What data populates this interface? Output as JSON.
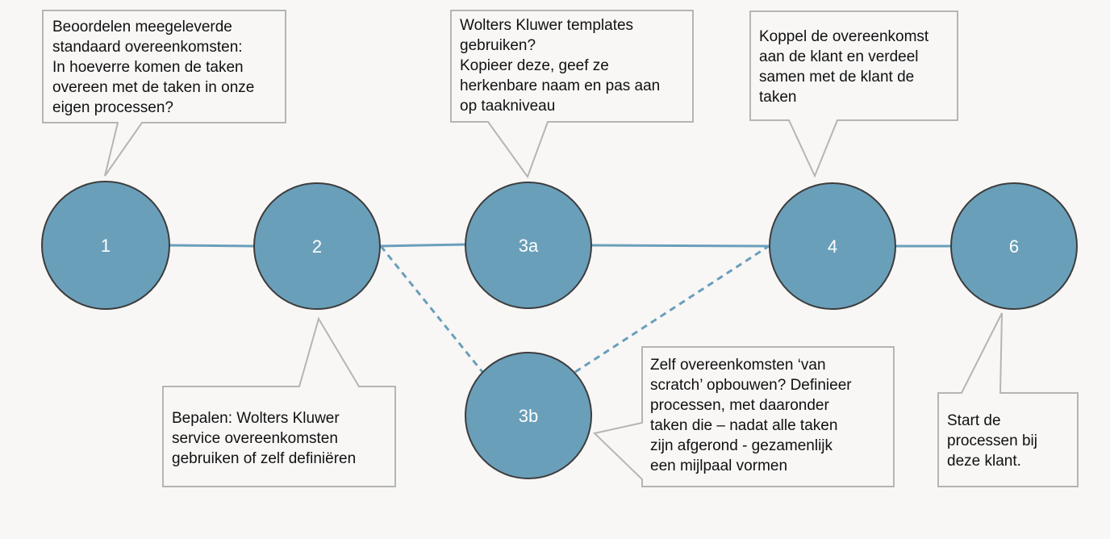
{
  "colors": {
    "background": "#f8f7f6",
    "node_fill": "#6a9fba",
    "node_stroke": "#3d3d3d",
    "connector": "#6a9fba",
    "callout_border": "#b5b5b5",
    "callout_fill": "#f8f7f6"
  },
  "nodes": {
    "n1": "1",
    "n2": "2",
    "n3a": "3a",
    "n3b": "3b",
    "n4": "4",
    "n6": "6"
  },
  "connections": [
    {
      "from": "1",
      "to": "2",
      "style": "solid"
    },
    {
      "from": "2",
      "to": "3a",
      "style": "solid"
    },
    {
      "from": "3a",
      "to": "4",
      "style": "solid"
    },
    {
      "from": "4",
      "to": "6",
      "style": "solid"
    },
    {
      "from": "2",
      "to": "3b",
      "style": "dashed"
    },
    {
      "from": "3b",
      "to": "4",
      "style": "dashed"
    }
  ],
  "callouts": {
    "c1": "Beoordelen meegeleverde\nstandaard overeenkomsten:\nIn hoeverre komen de taken\novereen met de taken in onze\neigen processen?",
    "c2": "Bepalen: Wolters Kluwer\nservice overeenkomsten\ngebruiken of zelf definiëren",
    "c3a": "Wolters Kluwer templates\ngebruiken?\nKopieer deze, geef ze\nherkenbare naam en pas aan\nop taakniveau",
    "c3b": "Zelf overeenkomsten ‘van\nscratch’ opbouwen? Definieer\nprocessen, met daaronder\ntaken die – nadat alle taken\nzijn afgerond - gezamenlijk\neen mijlpaal vormen",
    "c4": "Koppel de overeenkomst\naan de klant en verdeel\nsamen met de klant de\ntaken",
    "c6": "Start de\nprocessen bij\ndeze klant."
  }
}
